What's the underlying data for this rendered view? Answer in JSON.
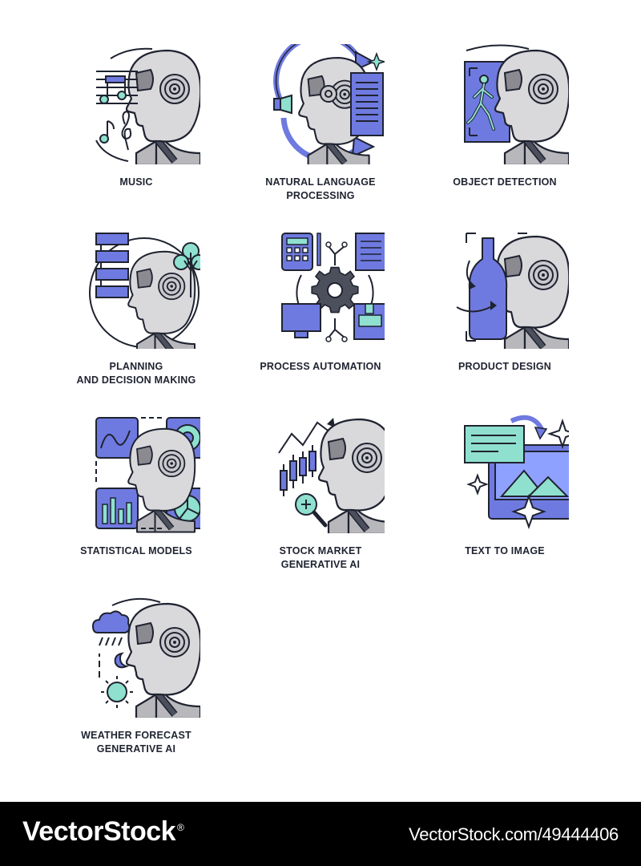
{
  "colors": {
    "outline": "#1f2330",
    "accent_blue": "#6f7ae0",
    "accent_mint": "#8fe0cf",
    "head_gray": "#d9d9dc",
    "face_gray": "#b8b8bc",
    "background": "#ffffff",
    "footer_bg": "#000000",
    "footer_text": "#ffffff"
  },
  "icons": [
    {
      "id": "music",
      "label": "MUSIC",
      "icon": "music-notes-robot-icon"
    },
    {
      "id": "nlp",
      "label": "NATURAL LANGUAGE\nPROCESSING",
      "icon": "speech-gear-robot-icon"
    },
    {
      "id": "object",
      "label": "OBJECT DETECTION",
      "icon": "walking-person-robot-icon"
    },
    {
      "id": "planning",
      "label": "PLANNING\nAND DECISION MAKING",
      "icon": "flowchart-tree-robot-icon"
    },
    {
      "id": "process",
      "label": "PROCESS AUTOMATION",
      "icon": "gear-network-icon"
    },
    {
      "id": "product",
      "label": "PRODUCT DESIGN",
      "icon": "bottle-robot-icon"
    },
    {
      "id": "stats",
      "label": "STATISTICAL MODELS",
      "icon": "charts-robot-icon"
    },
    {
      "id": "stock",
      "label": "STOCK MARKET\nGENERATIVE AI",
      "icon": "candlestick-robot-icon"
    },
    {
      "id": "t2i",
      "label": "TEXT TO IMAGE",
      "icon": "text-image-sparkle-icon"
    },
    {
      "id": "weather",
      "label": "WEATHER FORECAST\nGENERATIVE AI",
      "icon": "cloud-sun-robot-icon"
    }
  ],
  "footer": {
    "logo": "VectorStock",
    "logo_mark": "®",
    "url": "VectorStock.com/49444406"
  }
}
